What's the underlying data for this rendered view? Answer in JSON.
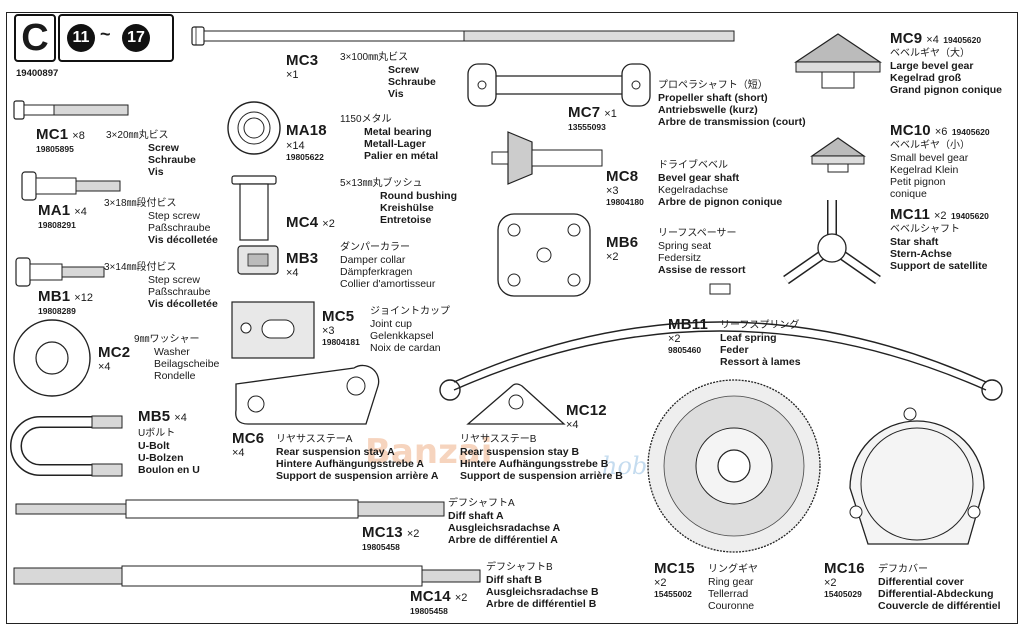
{
  "header": {
    "letter": "C",
    "step_from": "11",
    "step_sep": "~",
    "step_to": "17",
    "bag_no": "19400897"
  },
  "watermark": {
    "brand": "Banzai",
    "domain": "hobby.com"
  },
  "parts": [
    {
      "code": "MC3",
      "qty": "×1",
      "pn": "",
      "jp": "3×100㎜丸ビス",
      "lines": [
        "Screw",
        "Schraube",
        "Vis"
      ]
    },
    {
      "code": "MC1",
      "qty": "×8",
      "pn": "19805895",
      "jp": "3×20㎜丸ビス",
      "lines": [
        "Screw",
        "Schraube",
        "Vis"
      ]
    },
    {
      "code": "MA18",
      "qty": "×14",
      "pn": "19805622",
      "jp": "1150メタル",
      "lines": [
        "Metal bearing",
        "Metall-Lager",
        "Palier en métal"
      ]
    },
    {
      "code": "MA1",
      "qty": "×4",
      "pn": "19808291",
      "jp": "3×18㎜段付ビス",
      "lines": [
        "Step screw",
        "Paßschraube",
        "Vis décolletée"
      ]
    },
    {
      "code": "MC4",
      "qty": "×2",
      "pn": "",
      "jp": "5×13㎜丸ブッシュ",
      "lines": [
        "Round bushing",
        "Kreishülse",
        "Entretoise"
      ]
    },
    {
      "code": "MB3",
      "qty": "×4",
      "pn": "",
      "jp": "ダンパーカラー",
      "lines": [
        "Damper collar",
        "Dämpferkragen",
        "Collier d'amortisseur"
      ]
    },
    {
      "code": "MB1",
      "qty": "×12",
      "pn": "19808289",
      "jp": "3×14㎜段付ビス",
      "lines": [
        "Step screw",
        "Paßschraube",
        "Vis décolletée"
      ]
    },
    {
      "code": "MC5",
      "qty": "×3",
      "pn": "19804181",
      "jp": "ジョイントカップ",
      "lines": [
        "Joint cup",
        "Gelenkkapsel",
        "Noix de cardan"
      ]
    },
    {
      "code": "MC2",
      "qty": "×4",
      "pn": "",
      "jp": "9㎜ワッシャー",
      "lines": [
        "Washer",
        "Beilagscheibe",
        "Rondelle"
      ]
    },
    {
      "code": "MB5",
      "qty": "×4",
      "pn": "",
      "jp": "Uボルト",
      "lines": [
        "U-Bolt",
        "U-Bolzen",
        "Boulon en U"
      ]
    },
    {
      "code": "MC6",
      "qty": "×4",
      "pn": "",
      "jp": "リヤサスステーA",
      "lines": [
        "Rear suspension stay A",
        "Hintere Aufhängungsstrebe A",
        "Support de suspension arrière A"
      ]
    },
    {
      "code": "MC12",
      "qty": "×4",
      "pn": "",
      "jp": "リヤサスステーB",
      "lines": [
        "Rear suspension stay B",
        "Hintere Aufhängungsstrebe B",
        "Support de suspension arrière B"
      ]
    },
    {
      "code": "MC13",
      "qty": "×2",
      "pn": "19805458",
      "jp": "デフシャフトA",
      "lines": [
        "Diff shaft A",
        "Ausgleichsradachse A",
        "Arbre de différentiel A"
      ]
    },
    {
      "code": "MC14",
      "qty": "×2",
      "pn": "19805458",
      "jp": "デフシャフトB",
      "lines": [
        "Diff shaft B",
        "Ausgleichsradachse B",
        "Arbre de différentiel B"
      ]
    },
    {
      "code": "MC7",
      "qty": "×1",
      "pn": "13555093",
      "jp": "プロペラシャフト（短）",
      "lines": [
        "Propeller shaft (short)",
        "Antriebswelle (kurz)",
        "Arbre de transmission (court)"
      ]
    },
    {
      "code": "MC8",
      "qty": "×3",
      "pn": "19804180",
      "jp": "ドライブベベル",
      "lines": [
        "Bevel gear shaft",
        "Kegelradachse",
        "Arbre de pignon conique"
      ]
    },
    {
      "code": "MB6",
      "qty": "×2",
      "pn": "",
      "jp": "リーフスペーサー",
      "lines": [
        "Spring seat",
        "Federsitz",
        "Assise de ressort"
      ]
    },
    {
      "code": "MB11",
      "qty": "×2",
      "pn": "9805460",
      "jp": "リーフスプリング",
      "lines": [
        "Leaf spring",
        "Feder",
        "Ressort à lames"
      ]
    },
    {
      "code": "MC9",
      "qty": "×4",
      "pn": "19405620",
      "jp": "ベベルギヤ（大）",
      "lines": [
        "Large bevel gear",
        "Kegelrad groß",
        "Grand pignon conique"
      ]
    },
    {
      "code": "MC10",
      "qty": "×6",
      "pn": "19405620",
      "jp": "ベベルギヤ（小）",
      "lines": [
        "Small bevel gear",
        "Kegelrad Klein",
        "Petit pignon",
        "conique"
      ]
    },
    {
      "code": "MC11",
      "qty": "×2",
      "pn": "19405620",
      "jp": "ベベルシャフト",
      "lines": [
        "Star shaft",
        "Stern-Achse",
        "Support de satellite"
      ]
    },
    {
      "code": "MC15",
      "qty": "×2",
      "pn": "15455002",
      "jp": "リングギヤ",
      "lines": [
        "Ring gear",
        "Tellerrad",
        "Couronne"
      ]
    },
    {
      "code": "MC16",
      "qty": "×2",
      "pn": "15405029",
      "jp": "デフカバー",
      "lines": [
        "Differential cover",
        "Differential-Abdeckung",
        "Couvercle de différentiel"
      ]
    }
  ]
}
